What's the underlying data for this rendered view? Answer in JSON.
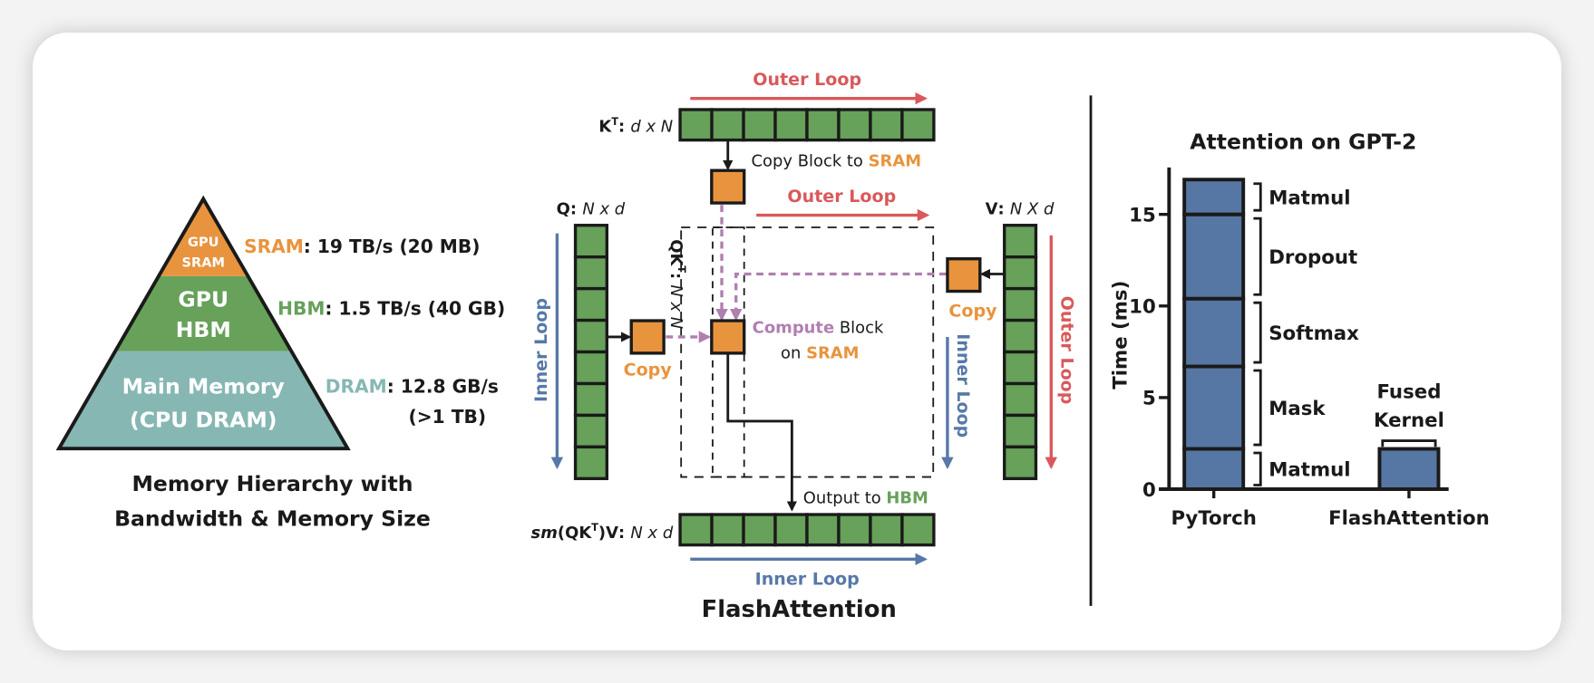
{
  "colors": {
    "sram": "#E8943E",
    "hbm": "#67A15A",
    "dram": "#86B7B3",
    "outer_loop": "#D9595B",
    "inner_loop": "#5778A8",
    "compute": "#B07FB0",
    "bar": "#5676A3",
    "ink": "#1a1a1a"
  },
  "memory_hierarchy": {
    "levels": [
      {
        "pyramid_label_line1": "GPU",
        "pyramid_label_line2": "SRAM",
        "name": "SRAM",
        "spec": ": 19 TB/s (20 MB)",
        "spec_line2": ""
      },
      {
        "pyramid_label_line1": "GPU",
        "pyramid_label_line2": "HBM",
        "name": "HBM",
        "spec": ": 1.5 TB/s (40 GB)",
        "spec_line2": ""
      },
      {
        "pyramid_label_line1": "Main Memory",
        "pyramid_label_line2": "(CPU DRAM)",
        "name": "DRAM",
        "spec": ": 12.8 GB/s",
        "spec_line2": "(>1 TB)"
      }
    ],
    "caption_line1": "Memory Hierarchy with",
    "caption_line2": "Bandwidth & Memory Size"
  },
  "flash_attention": {
    "title": "FlashAttention",
    "kt_label": {
      "bold": "K",
      "sup": "T",
      "colon": ": ",
      "dims": "d x N"
    },
    "q_label": {
      "bold": "Q",
      "colon": ": ",
      "dims": "N x d"
    },
    "v_label": {
      "bold": "V",
      "colon": ": ",
      "dims": "N X d"
    },
    "qkt_label": {
      "bold": "QK",
      "sup": "T",
      "colon": ": ",
      "dims": "N x N"
    },
    "out_label": {
      "sm": "sm",
      "bold": "(QK",
      "sup": "T",
      "bold2": ")V",
      "colon": ": ",
      "dims": "N x d"
    },
    "outer_loop_label": "Outer Loop",
    "inner_loop_label": "Inner Loop",
    "copy_label": "Copy",
    "copy_block_text": "Copy Block to ",
    "copy_block_target": "SRAM",
    "compute_word": "Compute",
    "compute_rest": " Block",
    "compute_on": "on ",
    "compute_target": "SRAM",
    "output_text": "Output to ",
    "output_target": "HBM",
    "blocks_per_row": 8
  },
  "chart_data": {
    "type": "bar",
    "stacked": true,
    "title": "Attention on GPT-2",
    "xlabel": "",
    "ylabel": "Time (ms)",
    "ylim": [
      0,
      17
    ],
    "yticks": [
      0,
      5,
      10,
      15
    ],
    "categories": [
      "PyTorch",
      "FlashAttention"
    ],
    "series": [
      {
        "name": "Matmul",
        "category": "PyTorch",
        "start": 0,
        "end": 2.2
      },
      {
        "name": "Mask",
        "category": "PyTorch",
        "start": 2.2,
        "end": 6.7
      },
      {
        "name": "Softmax",
        "category": "PyTorch",
        "start": 6.7,
        "end": 10.4
      },
      {
        "name": "Dropout",
        "category": "PyTorch",
        "start": 10.4,
        "end": 15.0
      },
      {
        "name": "Matmul",
        "category": "PyTorch",
        "start": 15.0,
        "end": 16.9
      },
      {
        "name": "Fused Kernel",
        "category": "FlashAttention",
        "start": 0,
        "end": 2.2
      }
    ],
    "annotations": [
      {
        "text_line1": "Fused",
        "text_line2": "Kernel",
        "category": "FlashAttention"
      }
    ],
    "grid": false,
    "legend": "none"
  }
}
